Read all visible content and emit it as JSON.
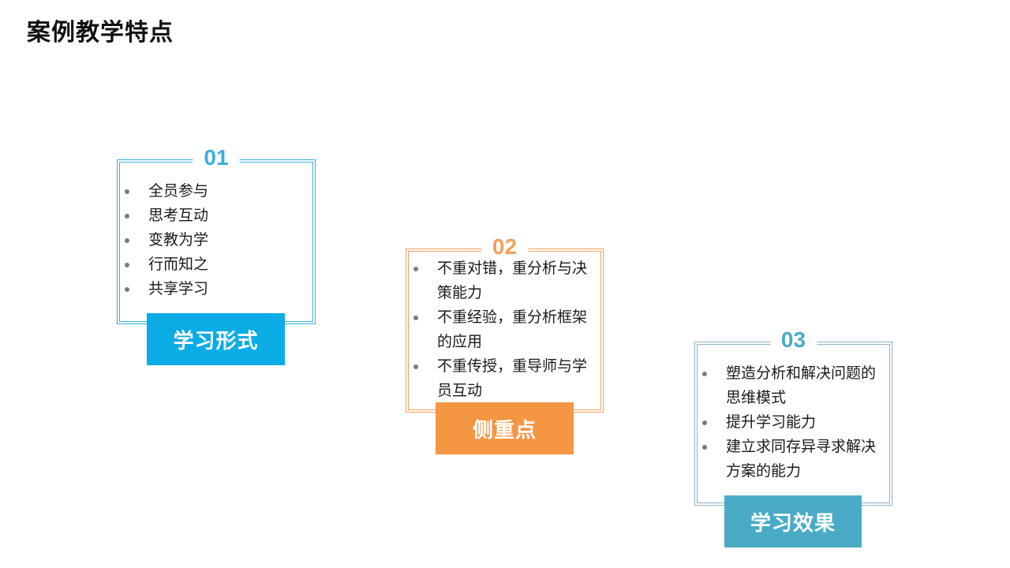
{
  "title": "案例教学特点",
  "cards": [
    {
      "number": "01",
      "label": "学习形式",
      "items": [
        "全员参与",
        "思考互动",
        "变教为学",
        "行而知之",
        "共享学习"
      ],
      "accent_color": "#3aaee0",
      "label_color": "#0aace6"
    },
    {
      "number": "02",
      "label": "侧重点",
      "items": [
        "不重对错，重分析与决策能力",
        "不重经验，重分析框架的应用",
        "不重传授，重导师与学员互动"
      ],
      "accent_color": "#f2a05a",
      "label_color": "#f59643"
    },
    {
      "number": "03",
      "label": "学习效果",
      "items": [
        "塑造分析和解决问题的思维模式",
        "提升学习能力",
        "建立求同存异寻求解决方案的能力"
      ],
      "accent_color": "#8eb1c6",
      "label_color": "#4aabc7"
    }
  ]
}
